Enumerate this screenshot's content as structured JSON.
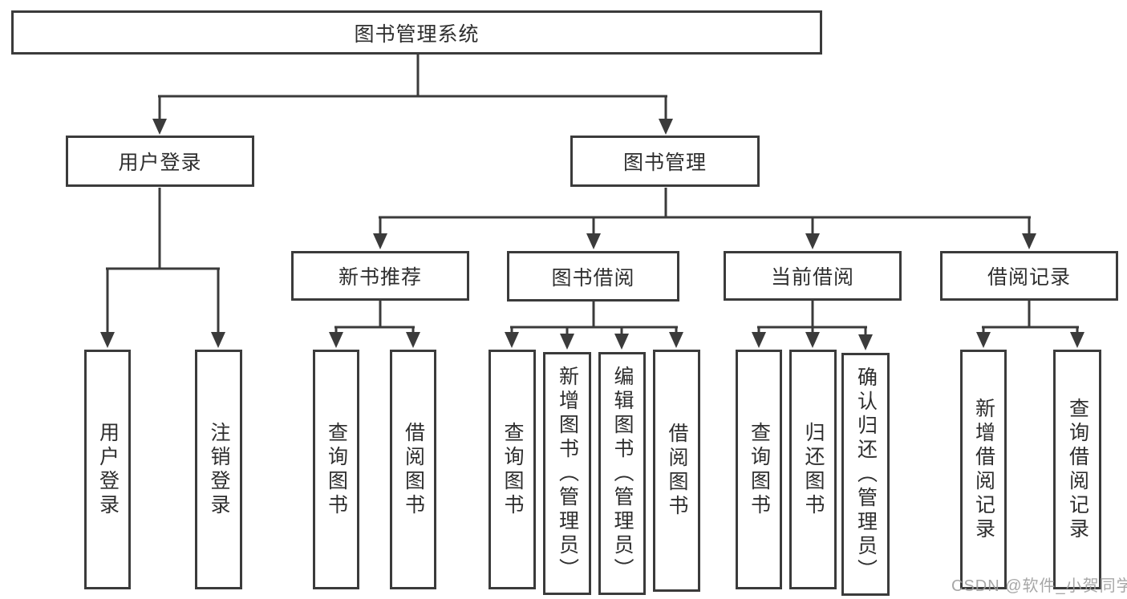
{
  "colors": {
    "line": "#3b3b3b",
    "text": "#2e2e2e",
    "background": "#ffffff",
    "watermark": "#9e9e9e"
  },
  "diagram": {
    "root": {
      "label": "图书管理系统"
    },
    "level2": [
      {
        "label": "用户登录"
      },
      {
        "label": "图书管理"
      }
    ],
    "level3": [
      {
        "label": "新书推荐",
        "parent": "图书管理"
      },
      {
        "label": "图书借阅",
        "parent": "图书管理"
      },
      {
        "label": "当前借阅",
        "parent": "图书管理"
      },
      {
        "label": "借阅记录",
        "parent": "图书管理"
      }
    ],
    "leaves": [
      {
        "label": "用户登录",
        "parent": "用户登录"
      },
      {
        "label": "注销登录",
        "parent": "用户登录"
      },
      {
        "label": "查询图书",
        "parent": "新书推荐"
      },
      {
        "label": "借阅图书",
        "parent": "新书推荐"
      },
      {
        "label": "查询图书",
        "parent": "图书借阅"
      },
      {
        "label": "新增图书（管理员）",
        "parent": "图书借阅"
      },
      {
        "label": "编辑图书（管理员）",
        "parent": "图书借阅"
      },
      {
        "label": "借阅图书",
        "parent": "图书借阅"
      },
      {
        "label": "查询图书",
        "parent": "当前借阅"
      },
      {
        "label": "归还图书",
        "parent": "当前借阅"
      },
      {
        "label": "确认归还（管理员）",
        "parent": "当前借阅"
      },
      {
        "label": "新增借阅记录",
        "parent": "借阅记录"
      },
      {
        "label": "查询借阅记录",
        "parent": "借阅记录"
      }
    ]
  },
  "watermark": {
    "text": "CSDN @软件_小贺同学"
  }
}
